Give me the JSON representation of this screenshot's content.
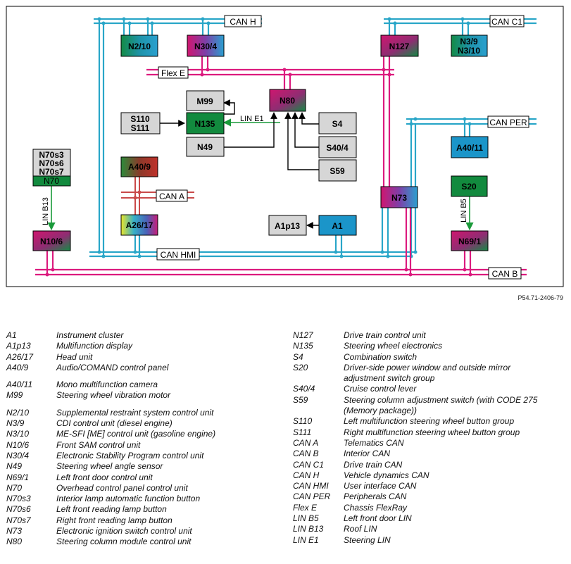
{
  "nodes": {
    "N2_10": "N2/10",
    "N30_4": "N30/4",
    "N127": "N127",
    "N3_9": "N3/9",
    "N3_10": "N3/10",
    "M99": "M99",
    "N80": "N80",
    "S110": "S110",
    "S111": "S111",
    "N135": "N135",
    "S4": "S4",
    "N49": "N49",
    "S40_4": "S40/4",
    "S59": "S59",
    "A40_11": "A40/11",
    "N70s3": "N70s3",
    "N70s6": "N70s6",
    "N70s7": "N70s7",
    "N70": "N70",
    "A40_9": "A40/9",
    "N73": "N73",
    "S20": "S20",
    "A26_17": "A26/17",
    "A1p13": "A1p13",
    "A1": "A1",
    "N10_6": "N10/6",
    "N69_1": "N69/1"
  },
  "buses": {
    "can_h": "CAN H",
    "can_c1": "CAN C1",
    "flex_e": "Flex E",
    "can_per": "CAN PER",
    "can_a": "CAN A",
    "can_hmi": "CAN HMI",
    "can_b": "CAN B",
    "lin_e1": "LIN E1",
    "lin_b13": "LIN B13",
    "lin_b5": "LIN B5"
  },
  "colors": {
    "can_cyan": "#29a6c8",
    "magenta": "#dc1a7e",
    "can_a_red": "#c94a4a",
    "lin_green": "#1a9a3a",
    "ecu_green": "#128a3e",
    "ecu_blue": "#1b95c9",
    "grey_box": "#d6d6d6"
  },
  "figure_ref": "P54.71-2406-79",
  "legend_left": [
    {
      "code": "A1",
      "desc": "Instrument cluster"
    },
    {
      "code": "A1p13",
      "desc": "Multifunction display"
    },
    {
      "code": "A26/17",
      "desc": "Head unit"
    },
    {
      "code": "A40/9",
      "desc": "Audio/COMAND control panel"
    },
    {
      "code": "A40/11",
      "desc": "Mono multifunction camera"
    },
    {
      "code": "M99",
      "desc": "Steering wheel vibration motor"
    },
    {
      "code": "N2/10",
      "desc": "Supplemental restraint system control unit"
    },
    {
      "code": "N3/9",
      "desc": "CDI control unit (diesel engine)"
    },
    {
      "code": "N3/10",
      "desc": "ME-SFI [ME] control unit (gasoline engine)"
    },
    {
      "code": "N10/6",
      "desc": "Front SAM control unit"
    },
    {
      "code": "N30/4",
      "desc": "Electronic Stability Program control unit"
    },
    {
      "code": "N49",
      "desc": "Steering wheel angle sensor"
    },
    {
      "code": "N69/1",
      "desc": "Left front door control unit"
    },
    {
      "code": "N70",
      "desc": "Overhead control panel control unit"
    },
    {
      "code": "N70s3",
      "desc": "Interior lamp automatic function button"
    },
    {
      "code": "N70s6",
      "desc": "Left front reading lamp button"
    },
    {
      "code": "N70s7",
      "desc": "Right front reading lamp button"
    },
    {
      "code": "N73",
      "desc": "Electronic ignition switch control unit"
    },
    {
      "code": "N80",
      "desc": "Steering column module control unit"
    }
  ],
  "legend_right": [
    {
      "code": "N127",
      "desc": "Drive train control unit"
    },
    {
      "code": "N135",
      "desc": "Steering wheel electronics"
    },
    {
      "code": "S4",
      "desc": "Combination switch"
    },
    {
      "code": "S20",
      "desc": "Driver-side power window and outside mirror",
      "desc2": "adjustment switch group"
    },
    {
      "code": "S40/4",
      "desc": "Cruise control lever"
    },
    {
      "code": "S59",
      "desc": "Steering column adjustment switch (with CODE 275",
      "desc2": "(Memory package))"
    },
    {
      "code": "S110",
      "desc": "Left multifunction steering wheel button group"
    },
    {
      "code": "S111",
      "desc": "Right multifunction steering wheel button group"
    },
    {
      "code": "CAN A",
      "desc": "Telematics CAN"
    },
    {
      "code": "CAN B",
      "desc": "Interior CAN"
    },
    {
      "code": "CAN C1",
      "desc": "Drive train CAN"
    },
    {
      "code": "CAN H",
      "desc": "Vehicle dynamics CAN"
    },
    {
      "code": "CAN HMI",
      "desc": "User interface CAN"
    },
    {
      "code": "CAN PER",
      "desc": "Peripherals CAN"
    },
    {
      "code": "Flex E",
      "desc": "Chassis FlexRay"
    },
    {
      "code": "LIN B5",
      "desc": "Left front door LIN"
    },
    {
      "code": "LIN B13",
      "desc": "Roof LIN"
    },
    {
      "code": "LIN E1",
      "desc": "Steering LIN"
    }
  ]
}
